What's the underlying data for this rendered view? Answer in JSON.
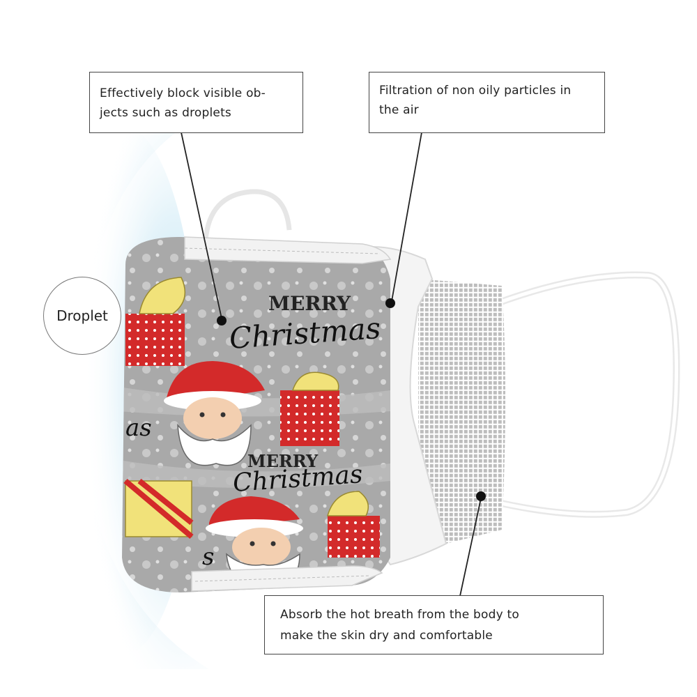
{
  "callouts": {
    "droplets": "Effectively block visible ob-\njects such as droplets",
    "filtration": "Filtration of non oily particles in\nthe air",
    "absorb": "Absorb the hot breath from the body to\nmake the skin dry and comfortable"
  },
  "droplet_label": "Droplet",
  "mask_print": {
    "merry_1": "MERRY",
    "christmas_1": "Christmas",
    "merry_2": "MERRY",
    "christmas_2": "Christmas",
    "fragment_1": "as",
    "fragment_2": "s"
  },
  "colors": {
    "mask_gray": "#a9a9a9",
    "santa_red": "#d32a2a",
    "gift_yellow": "#f1e27a",
    "droplet_blue": "#bfe3f2"
  }
}
